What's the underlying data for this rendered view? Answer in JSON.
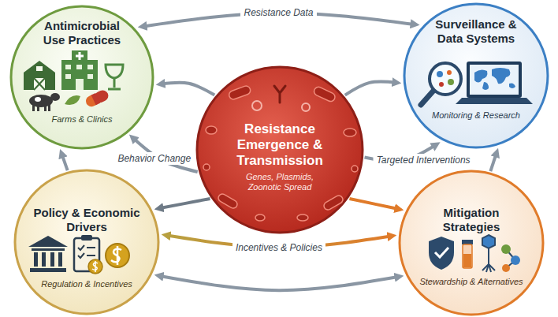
{
  "diagram": {
    "nodes": [
      {
        "text": [
          "Antimicrobial Use Practices",
          "Farms & Clinics"
        ]
      },
      {
        "text": [
          "Surveillance & Data Systems",
          "Monitoring & Research"
        ]
      },
      {
        "text": [
          "Resistance Emergence & Transmission",
          "Genes, Plasmids, Zoonotic Spread"
        ]
      },
      {
        "text": [
          "Policy & Economic Drivers",
          "Regulation & Incentives"
        ]
      },
      {
        "text": [
          "Mitigation Strategies",
          "Stewardship & Alternatives"
        ]
      }
    ],
    "edges": [
      {
        "from": 0,
        "to": 1,
        "label": "Resistance Data",
        "arrow": "both"
      },
      {
        "from": 2,
        "to": 0,
        "arrow": "to"
      },
      {
        "from": 2,
        "to": 0,
        "label": "Behavior Change",
        "arrow": "to"
      },
      {
        "from": 2,
        "to": 1,
        "arrow": "to"
      },
      {
        "from": 2,
        "to": 1,
        "label": "Targeted Interventions",
        "arrow": "to"
      },
      {
        "from": 2,
        "to": 3,
        "arrow": "to"
      },
      {
        "from": 2,
        "to": 4,
        "arrow": "to"
      },
      {
        "from": 3,
        "to": 4,
        "label": "Incentives & Policies",
        "arrow": "both"
      },
      {
        "from": 3,
        "to": 4,
        "arrow": "both"
      },
      {
        "from": 3,
        "to": 0,
        "arrow": "to"
      },
      {
        "from": 4,
        "to": 1,
        "arrow": "to"
      }
    ]
  }
}
